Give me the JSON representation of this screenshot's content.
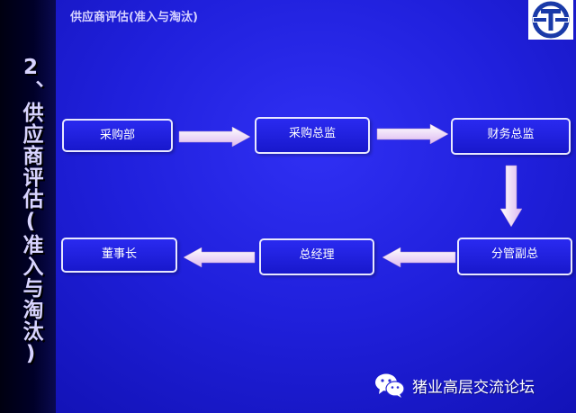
{
  "slide": {
    "top_title": "供应商评估(准入与淘汰)",
    "side_title": "2、供应商评估(准入与淘汰)"
  },
  "flow": {
    "boxes": [
      {
        "id": "purchasing-dept",
        "label": "采购部"
      },
      {
        "id": "purchasing-director",
        "label": "采购总监"
      },
      {
        "id": "finance-director",
        "label": "财务总监"
      },
      {
        "id": "deputy-gm",
        "label": "分管副总"
      },
      {
        "id": "general-manager",
        "label": "总经理"
      },
      {
        "id": "chairman",
        "label": "董事长"
      }
    ]
  },
  "watermark": {
    "icon": "wechat-icon",
    "text": "猪业高层交流论坛"
  },
  "logo": {
    "icon": "company-logo-icon"
  },
  "colors": {
    "background": "#2020dc",
    "arrow_fill": "#f2d8f8",
    "box_border": "#e8e8ff",
    "title_text": "#d6d2ff"
  }
}
